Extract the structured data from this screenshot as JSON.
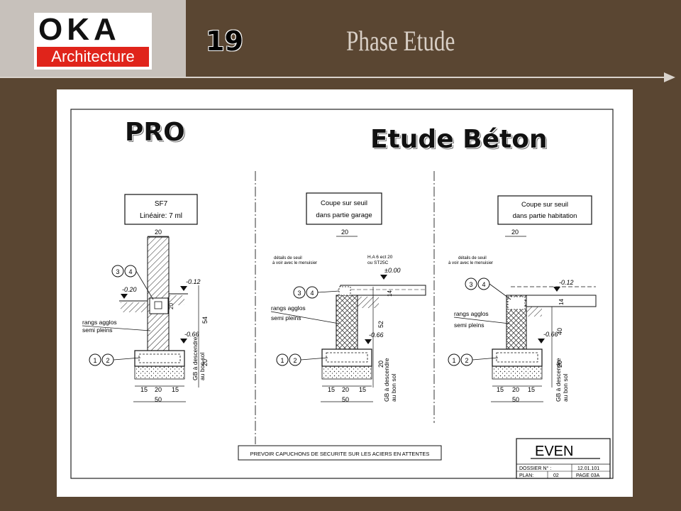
{
  "header": {
    "logo_top": "OKA",
    "logo_bottom": "Architecture",
    "page_number": "19",
    "title": "Phase Etude"
  },
  "slide": {
    "pro_label": "PRO",
    "etude_label": "Etude Béton",
    "panel_left": {
      "box_title_1": "SF7",
      "box_title_2": "Linéaire: 7 ml",
      "dim_top": "20",
      "level_1": "-0.12",
      "level_2": "-0.20",
      "level_3": "-0.66",
      "dim_wall": "20",
      "dim_height": "54",
      "dim_footing": "20",
      "tag_34": [
        "3",
        "4"
      ],
      "tag_12": [
        "1",
        "2"
      ],
      "note_1": "rangs agglos",
      "note_2": "semi pleins",
      "gb_1": "GB à descendre",
      "gb_2": "au bon sol",
      "dims_bottom": [
        "15",
        "20",
        "15"
      ],
      "dim_total": "50"
    },
    "panel_mid": {
      "box_title_1": "Coupe sur seuil",
      "box_title_2": "dans partie garage",
      "dim_top": "20",
      "detail_1": "détails de seuil",
      "detail_2": "à voir avec le menuisier",
      "ha_1": "H.A 6 ect 20",
      "ha_2": "ou ST25C",
      "level_1": "±0.00",
      "level_2": "-0.66",
      "dim_slab": "14",
      "dim_height": "52",
      "dim_footing": "20",
      "tag_34": [
        "3",
        "4"
      ],
      "tag_12": [
        "1",
        "2"
      ],
      "note_1": "rangs agglos",
      "note_2": "semi pleins",
      "gb_1": "GB à descendre",
      "gb_2": "au bon sol",
      "dims_bottom": [
        "15",
        "20",
        "15"
      ],
      "dim_total": "50"
    },
    "panel_right": {
      "box_title_1": "Coupe sur seuil",
      "box_title_2": "dans partie habitation",
      "dim_top": "20",
      "detail_1": "détails de seuil",
      "detail_2": "à voir avec le menuisier",
      "level_1": "-0.12",
      "level_2": "-0.66",
      "dim_slab": "14",
      "dim_height": "40",
      "dim_footing": "20",
      "tag_34": [
        "3",
        "4"
      ],
      "tag_12": [
        "1",
        "2"
      ],
      "note_1": "rangs agglos",
      "note_2": "semi pleins",
      "gb_1": "GB à descendre",
      "gb_2": "au bon sol",
      "dims_bottom": [
        "15",
        "20",
        "15"
      ],
      "dim_total": "50"
    },
    "footer_note": "PREVOIR CAPUCHONS DE SECURITE SUR LES ACIERS EN ATTENTES",
    "title_block": {
      "name": "EVEN",
      "dossier_label": "DOSSIER N° :",
      "dossier_value": "12.01.101",
      "plan_label": "PLAN:",
      "plan_value": "02",
      "page_value": "PAGE 03A"
    }
  }
}
